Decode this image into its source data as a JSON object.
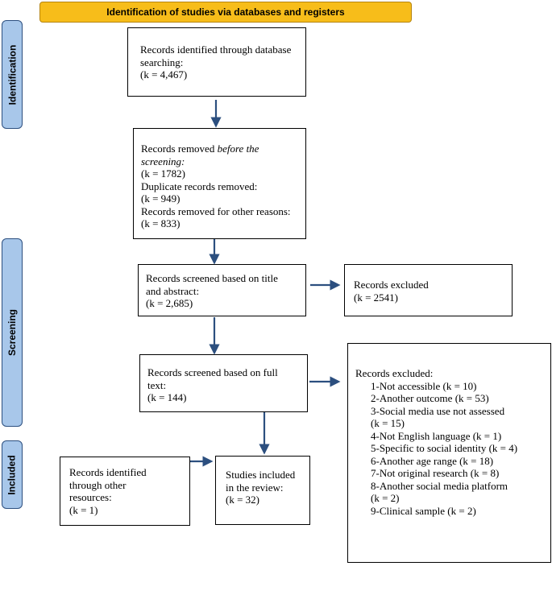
{
  "header": {
    "title": "Identification of studies via databases and registers"
  },
  "phases": {
    "identification": "Identification",
    "screening": "Screening",
    "included": "Included"
  },
  "boxes": {
    "identified_db": {
      "line1": "Records identified through database",
      "line2": "searching:",
      "count": "(k = 4,467)"
    },
    "removed": {
      "line1_a": "Records removed ",
      "line1_b": "before the",
      "line2": "screening:",
      "count1": "(k = 1782)",
      "line3": "Duplicate records removed:",
      "count2": "(k = 949)",
      "line4": "Records removed for other reasons:",
      "count3": "(k = 833)"
    },
    "screened_title": {
      "line1": "Records screened based on title",
      "line2": "and abstract:",
      "count": "(k = 2,685)"
    },
    "excluded_1": {
      "line1": "Records excluded",
      "count": "(k = 2541)"
    },
    "screened_full": {
      "line1": "Records screened based on full",
      "line2": "text:",
      "count": "(k = 144)"
    },
    "excluded_2": {
      "title": "Records excluded:",
      "items": [
        "1-Not accessible (k = 10)",
        "2-Another outcome (k = 53)",
        "3-Social media use not assessed",
        "(k = 15)",
        "4-Not English language (k = 1)",
        "5-Specific to social identity (k = 4)",
        "6-Another age range (k = 18)",
        "7-Not original research (k = 8)",
        "8-Another social media platform",
        "(k = 2)",
        "9-Clinical sample (k = 2)"
      ]
    },
    "other_resources": {
      "line1": "Records identified",
      "line2": "through other",
      "line3": "resources:",
      "count": "(k = 1)"
    },
    "included": {
      "line1": "Studies included",
      "line2": "in the review:",
      "count": "(k = 32)"
    }
  },
  "colors": {
    "header_fill": "#f7bd1a",
    "phase_fill": "#a8c7ea",
    "phase_border": "#2c4f7f",
    "arrow": "#2c4f7f"
  }
}
